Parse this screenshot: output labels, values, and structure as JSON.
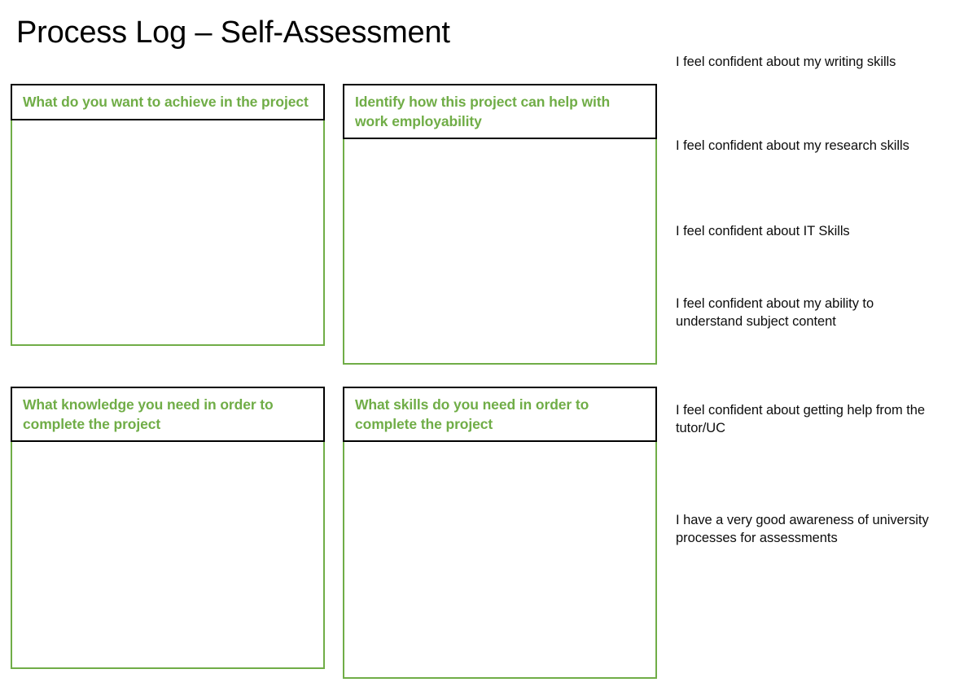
{
  "document": {
    "title": "Process Log – Self-Assessment"
  },
  "theme": {
    "accent_green": "#70AD47",
    "header_border": "#000000",
    "text": "#000000",
    "background": "#FFFFFF"
  },
  "prompt_boxes": [
    {
      "id": "achieve",
      "header": "What do you want to achieve in the project",
      "answer": ""
    },
    {
      "id": "employability",
      "header": "Identify how this project can help with work employability",
      "answer": ""
    },
    {
      "id": "knowledge",
      "header": "What knowledge you need in order to complete the project",
      "answer": ""
    },
    {
      "id": "skills",
      "header": "What skills do you need in order to complete the project",
      "answer": ""
    }
  ],
  "statements": [
    {
      "text": "I feel confident about my writing skills"
    },
    {
      "text": "I feel confident about my research skills"
    },
    {
      "text": "I feel confident about IT Skills"
    },
    {
      "text": "I feel confident about my ability to understand subject content"
    },
    {
      "text": "I feel confident about getting help from the tutor/UC"
    },
    {
      "text": "I have a very good awareness of university processes for assessments"
    }
  ]
}
